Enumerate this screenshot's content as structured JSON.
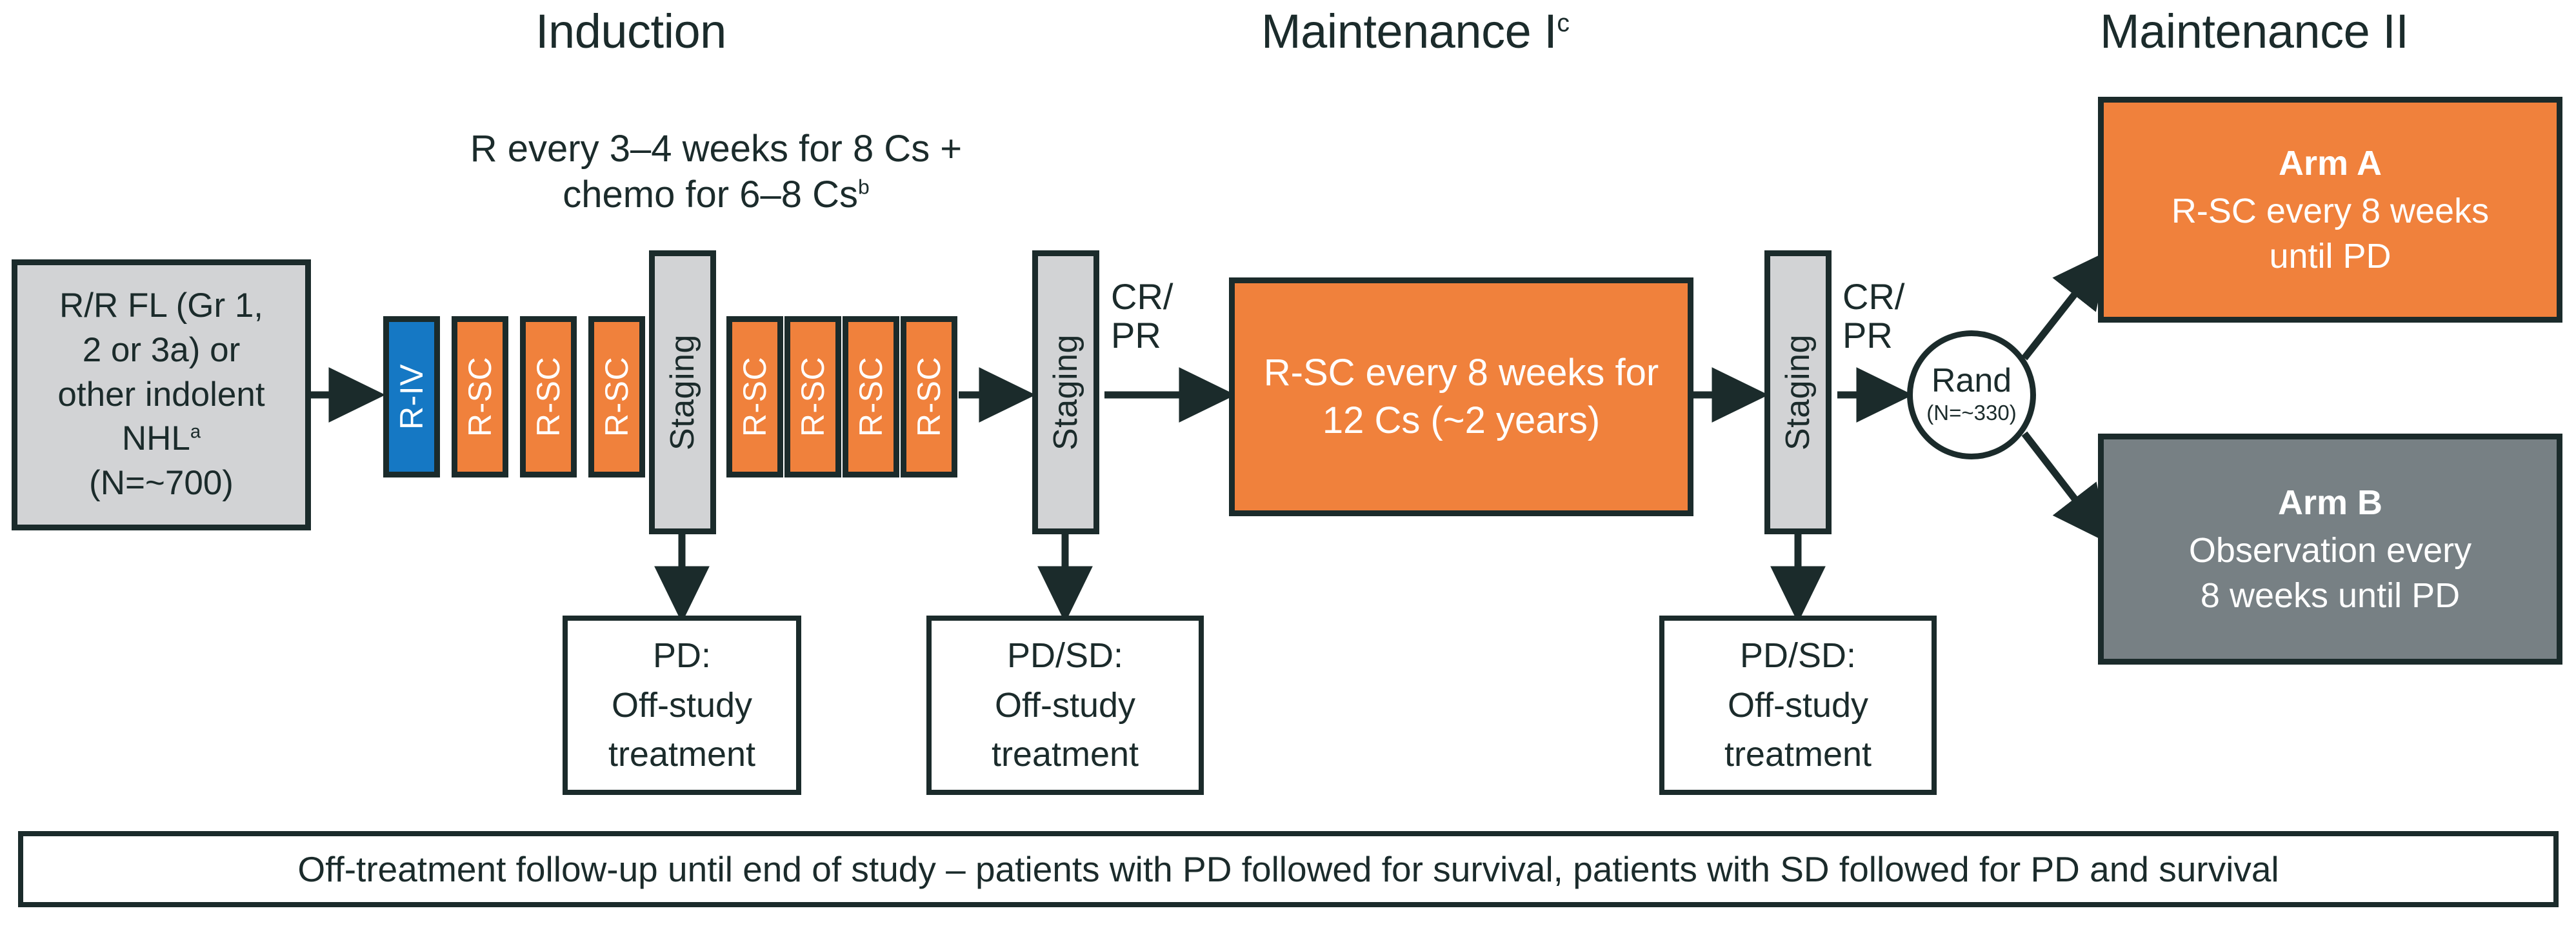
{
  "headers": [
    {
      "label": "Induction",
      "sup": ""
    },
    {
      "label": "Maintenance I",
      "sup": "c"
    },
    {
      "label": "Maintenance II",
      "sup": ""
    }
  ],
  "induction_caption": {
    "line1": "R every 3–4 weeks for 8 Cs +",
    "line2": "chemo for 6–8 Cs",
    "line2_sup": "b"
  },
  "entry_box": {
    "line1": "R/R FL (Gr 1,",
    "line2": "2 or 3a) or",
    "line3": "other indolent",
    "line4": "NHL",
    "line4_sup": "a",
    "line5": "(N=~700)"
  },
  "induction_bars": [
    {
      "label": "R-IV",
      "type": "riv"
    },
    {
      "label": "R-SC",
      "type": "rsc"
    },
    {
      "label": "R-SC",
      "type": "rsc"
    },
    {
      "label": "R-SC",
      "type": "rsc"
    },
    {
      "label": "Staging",
      "type": "stg"
    },
    {
      "label": "R-SC",
      "type": "rsc"
    },
    {
      "label": "R-SC",
      "type": "rsc"
    },
    {
      "label": "R-SC",
      "type": "rsc"
    },
    {
      "label": "R-SC",
      "type": "rsc"
    },
    {
      "label": "Staging",
      "type": "stg"
    }
  ],
  "staging_maint": {
    "label": "Staging"
  },
  "crpr_1": {
    "line1": "CR/",
    "line2": "PR"
  },
  "crpr_2": {
    "line1": "CR/",
    "line2": "PR"
  },
  "maintenance_1_box": {
    "line1": "R-SC every 8 weeks for",
    "line2": "12 Cs (~2 years)"
  },
  "randomization": {
    "label": "Rand",
    "n_label": "(N=~330)"
  },
  "arm_a": {
    "title": "Arm A",
    "line1": "R-SC every 8 weeks",
    "line2": "until PD"
  },
  "arm_b": {
    "title": "Arm B",
    "line1": "Observation every",
    "line2": "8 weeks until PD"
  },
  "off_study_boxes": [
    {
      "line1": "PD:",
      "line2": "Off-study",
      "line3": "treatment"
    },
    {
      "line1": "PD/SD:",
      "line2": "Off-study",
      "line3": "treatment"
    },
    {
      "line1": "PD/SD:",
      "line2": "Off-study",
      "line3": "treatment"
    }
  ],
  "footer": {
    "text": "Off-treatment follow-up until end of study – patients with PD followed for survival, patients with SD followed for PD and survival"
  },
  "colors": {
    "ink": "#1b2b2b",
    "orange": "#f0813c",
    "blue": "#1578c4",
    "light_gray": "#d2d3d5",
    "arm_b_gray": "#778084",
    "white": "#ffffff"
  }
}
